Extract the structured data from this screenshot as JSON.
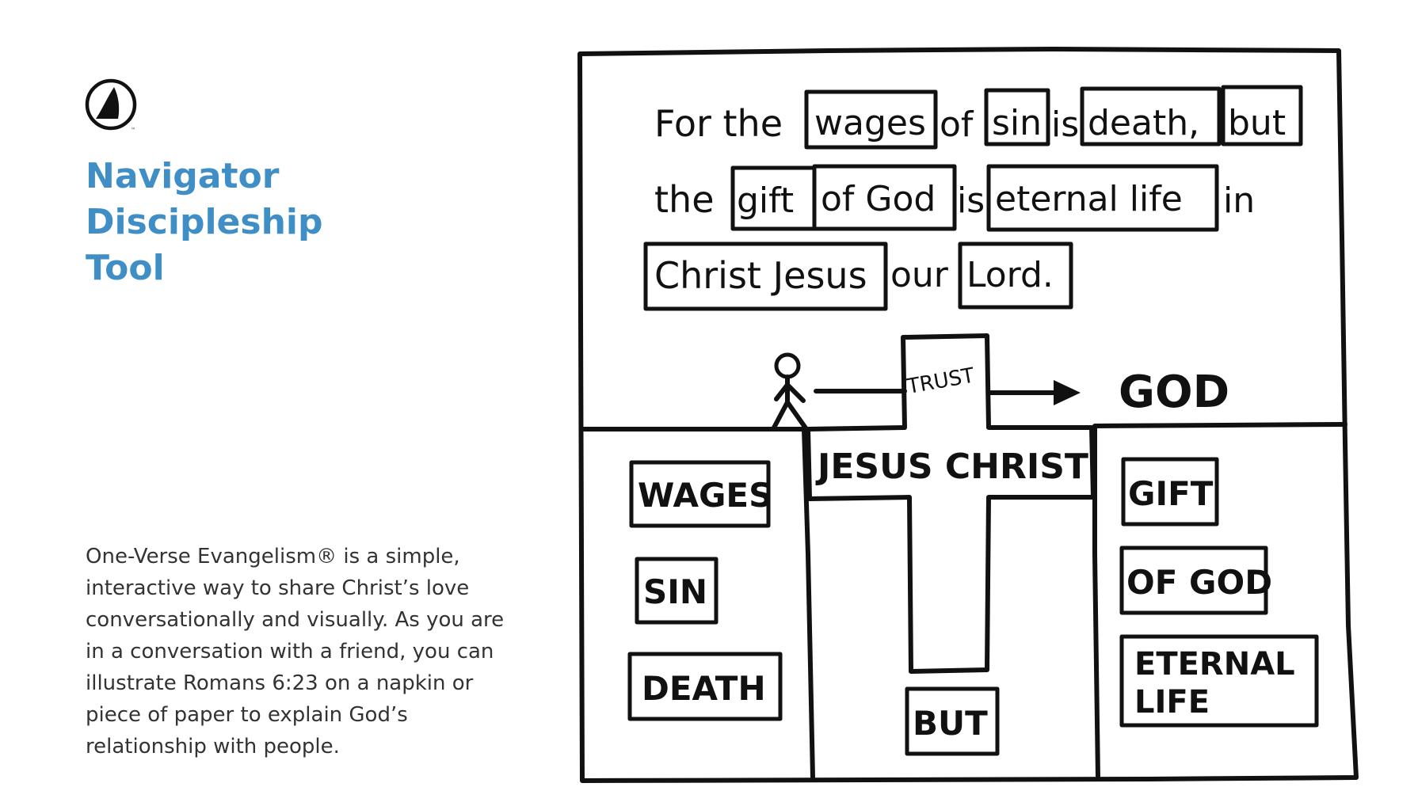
{
  "title": {
    "line1": "Navigator",
    "line2": "Discipleship",
    "line3": "Tool"
  },
  "description": "One-Verse Evangelism® is a simple, interactive way to share Christ’s love conversationally and visually. As you are in a conversation with a friend, you can illustrate Romans 6:23 on a napkin or piece of paper to explain God’s relationship with people.",
  "illustration": {
    "verse": {
      "line1": [
        "For the",
        "wages",
        "of",
        "sin",
        "is",
        "death,",
        "but"
      ],
      "line2": [
        "the",
        "gift",
        "of God",
        "is",
        "eternal life",
        "in"
      ],
      "line3": [
        "Christ Jesus",
        "our",
        "Lord."
      ]
    },
    "trust_label": "TRUST",
    "god_label": "GOD",
    "jesus_christ_label": "JESUS CHRIST",
    "left_boxes": [
      "WAGES",
      "SIN",
      "DEATH"
    ],
    "center_box": "BUT",
    "right_boxes": [
      "GIFT",
      "OF GOD",
      "ETERNAL",
      "LIFE"
    ]
  },
  "icons": {
    "logo": "navigator-sail-logo-icon",
    "person": "stick-figure-icon",
    "arrow": "arrow-right-icon"
  },
  "colors": {
    "title": "#3f8fc6",
    "body_text": "#333333",
    "ink": "#111111"
  }
}
